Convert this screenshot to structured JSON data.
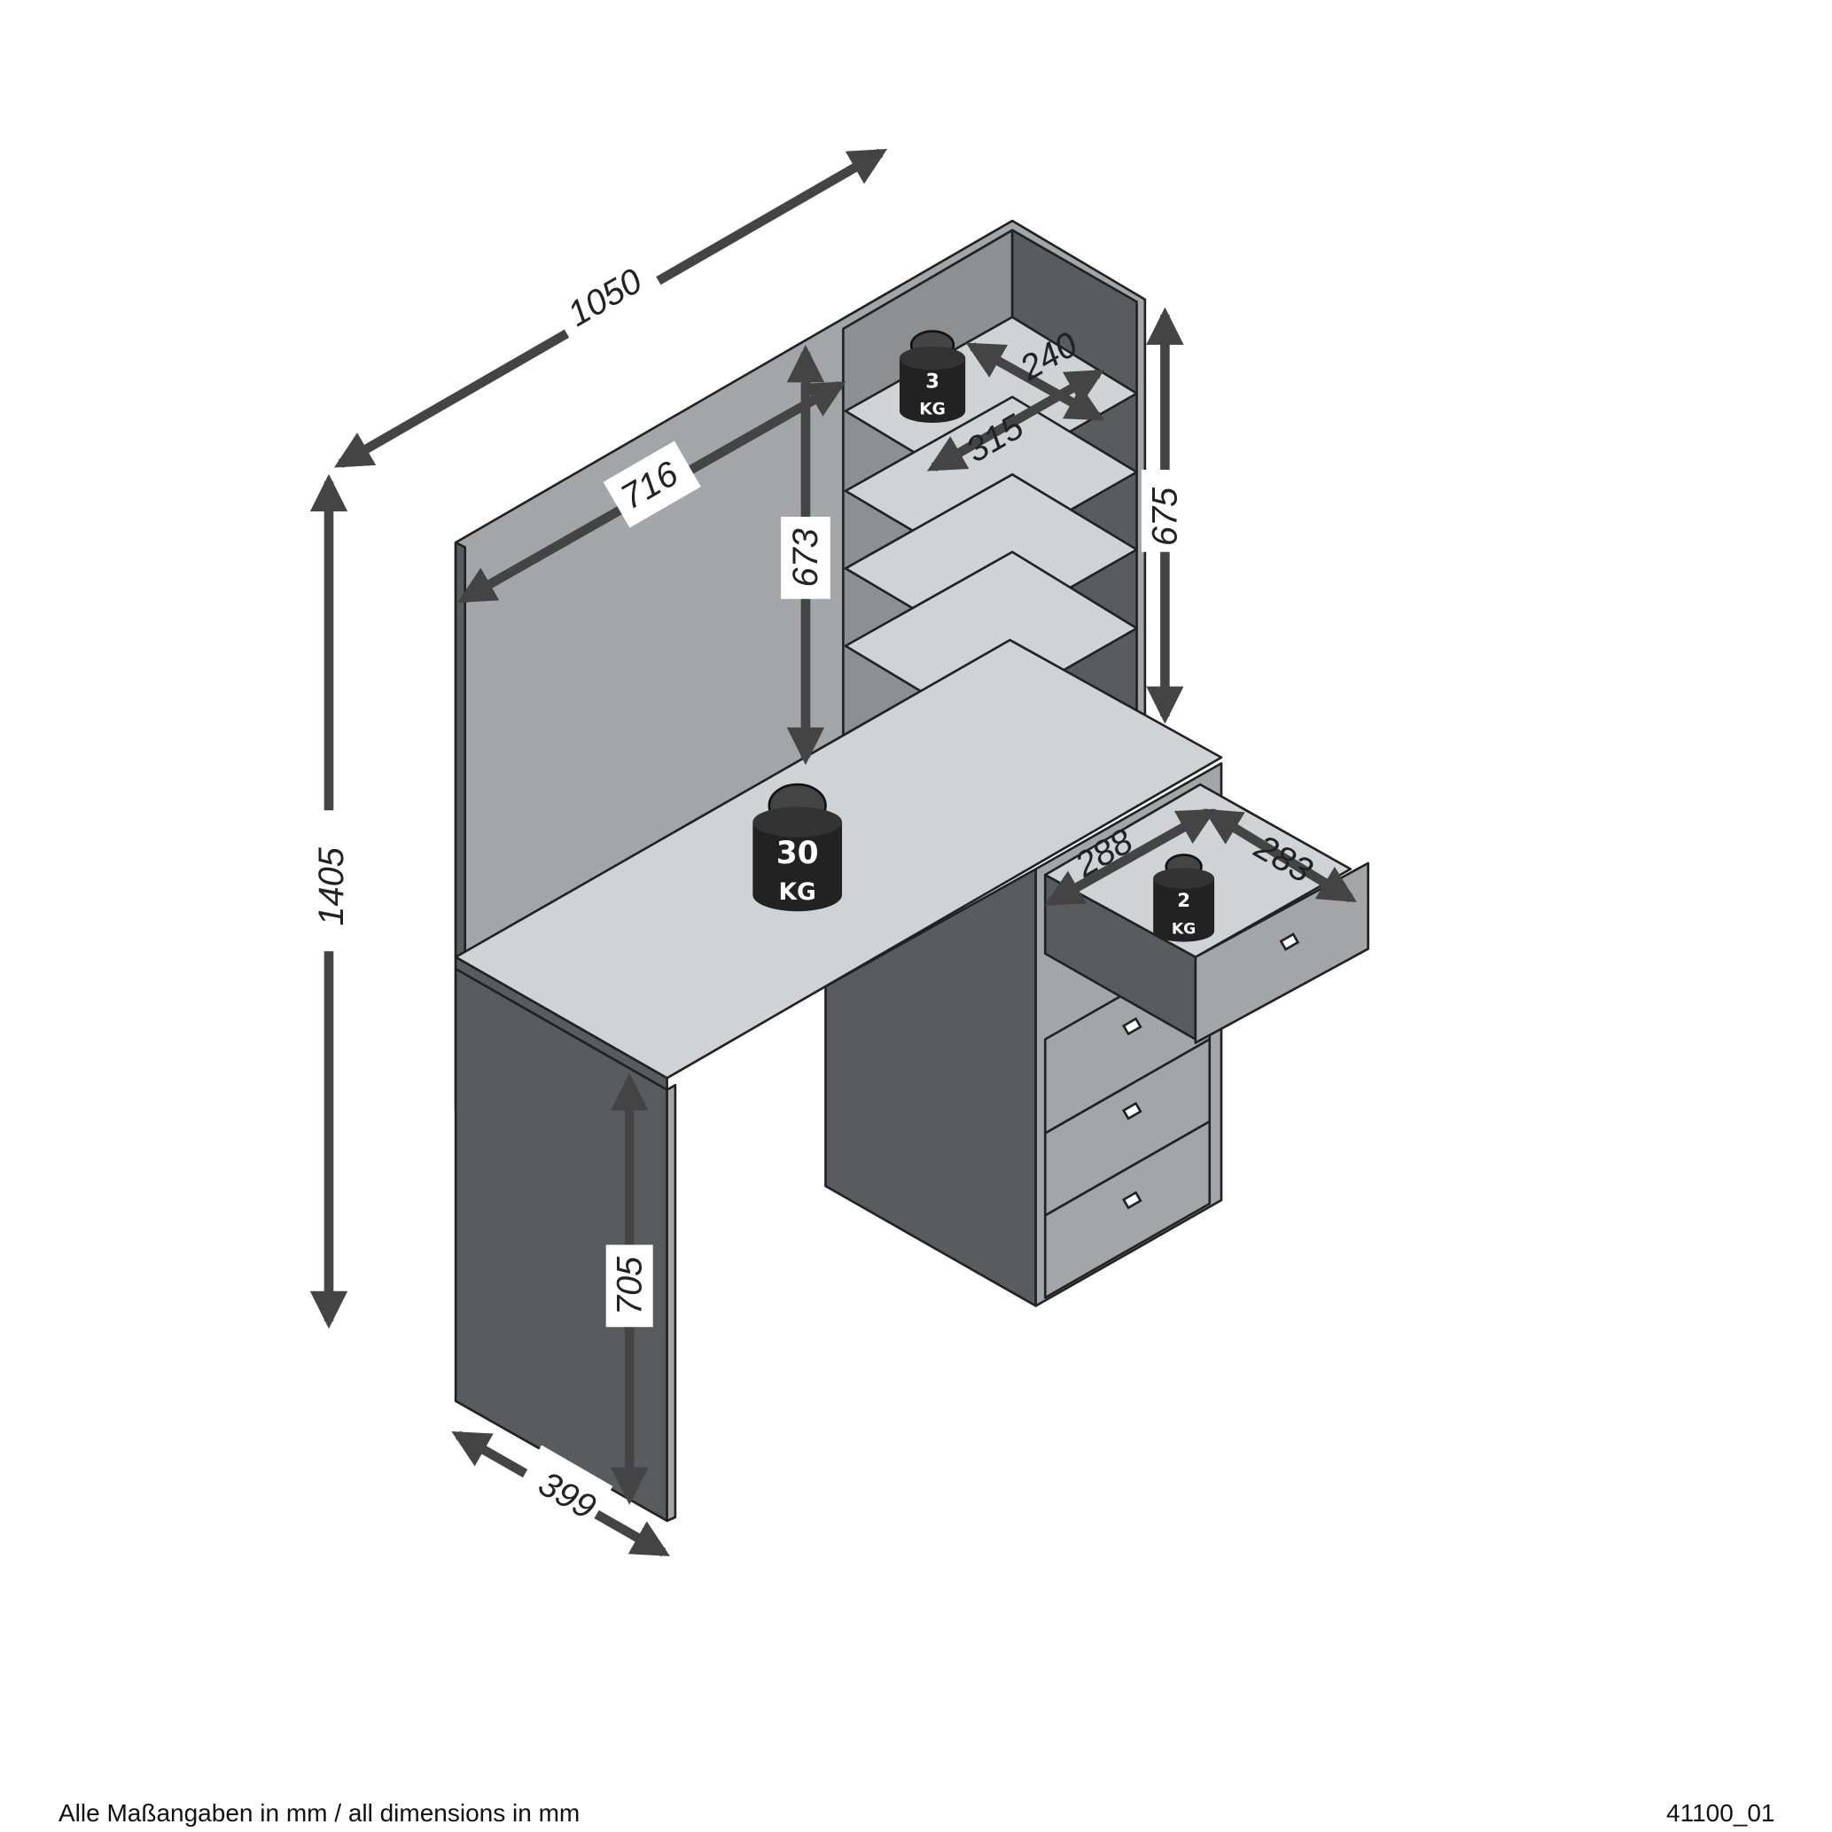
{
  "dimensions": {
    "width": "1050",
    "height": "1405",
    "depth": "399",
    "hutch_inner_width": "716",
    "hutch_height": "673",
    "shelf_height": "675",
    "shelf_depth": "240",
    "shelf_width": "315",
    "leg_height": "705",
    "drawer_width": "288",
    "drawer_depth": "283"
  },
  "weights": {
    "shelf": {
      "value": "3",
      "unit": "KG"
    },
    "desk": {
      "value": "30",
      "unit": "KG"
    },
    "drawer": {
      "value": "2",
      "unit": "KG"
    }
  },
  "footer": {
    "note": "Alle Maßangaben in mm / all dimensions in mm",
    "code": "41100_01"
  },
  "colors": {
    "dark": "#5a5b5e",
    "mid": "#a4a5a8",
    "light": "#d0d2d6",
    "arrow": "#444444"
  }
}
